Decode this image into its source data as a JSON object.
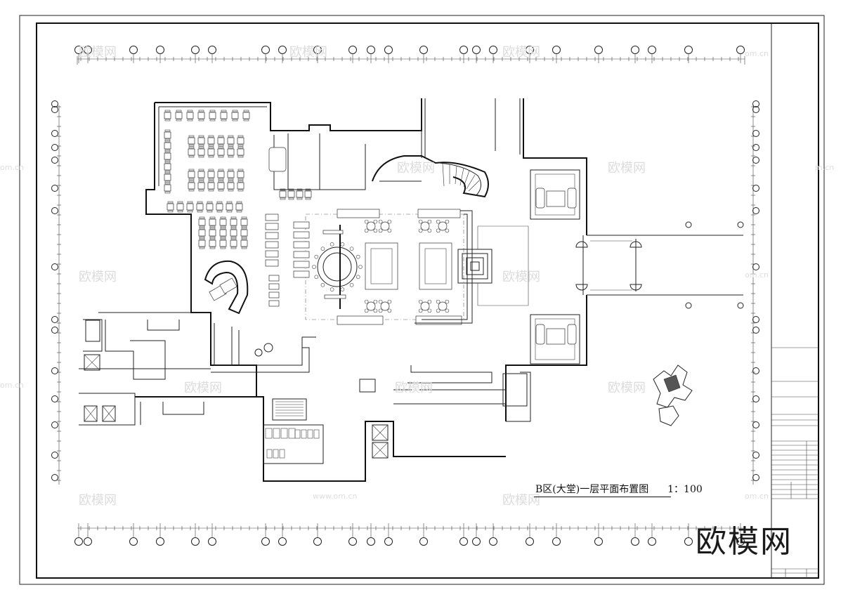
{
  "drawing": {
    "title": "B区(大堂)一层平面布置图",
    "scale": "1：100"
  },
  "watermark": {
    "brand": "欧模网",
    "url": "www.om.cn"
  },
  "logo_text": "欧模网"
}
